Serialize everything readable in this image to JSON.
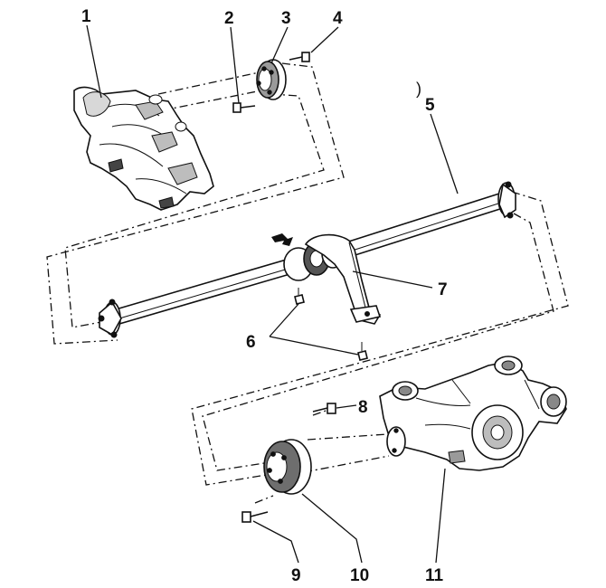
{
  "diagram": {
    "callouts": [
      {
        "id": "part-1",
        "label": "1"
      },
      {
        "id": "part-2",
        "label": "2"
      },
      {
        "id": "part-3",
        "label": "3"
      },
      {
        "id": "part-4",
        "label": "4"
      },
      {
        "id": "part-5",
        "label": "5"
      },
      {
        "id": "part-6",
        "label": "6"
      },
      {
        "id": "part-7",
        "label": "7"
      },
      {
        "id": "part-8",
        "label": "8"
      },
      {
        "id": "part-9",
        "label": "9"
      },
      {
        "id": "part-10",
        "label": "10"
      },
      {
        "id": "part-11",
        "label": "11"
      }
    ],
    "stray_mark": ")",
    "colors": {
      "ink": "#111111",
      "paper": "#ffffff"
    }
  }
}
